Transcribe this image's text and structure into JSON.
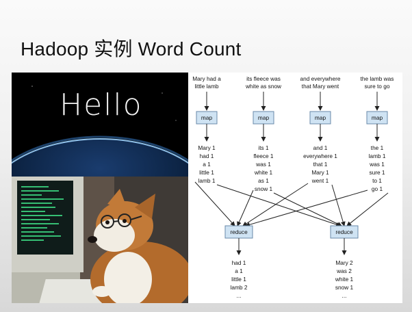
{
  "slide": {
    "title": "Hadoop 实例 Word Count"
  },
  "hello_panel": {
    "text": "Hello"
  },
  "diagram": {
    "inputs": [
      [
        "Mary had a",
        "little lamb"
      ],
      [
        "its fleece was",
        "white as snow"
      ],
      [
        "and everywhere",
        "that Mary went"
      ],
      [
        "the lamb was",
        "sure to go"
      ]
    ],
    "map_label": "map",
    "map_outputs": [
      [
        "Mary 1",
        "had 1",
        "a 1",
        "little 1",
        "lamb 1"
      ],
      [
        "its 1",
        "fleece 1",
        "was 1",
        "white 1",
        "as 1",
        "snow 1"
      ],
      [
        "and 1",
        "everywhere 1",
        "that 1",
        "Mary 1",
        "went 1"
      ],
      [
        "the 1",
        "lamb 1",
        "was 1",
        "sure 1",
        "to 1",
        "go 1"
      ]
    ],
    "reduce_label": "reduce",
    "reduce_outputs": [
      [
        "had 1",
        "a 1",
        "little 1",
        "lamb 2",
        "..."
      ],
      [
        "Mary 2",
        "was 2",
        "white 1",
        "snow 1",
        "..."
      ]
    ],
    "colors": {
      "box_fill": "#cfe3f3",
      "box_stroke": "#6a8aa8",
      "line": "#222222"
    }
  }
}
